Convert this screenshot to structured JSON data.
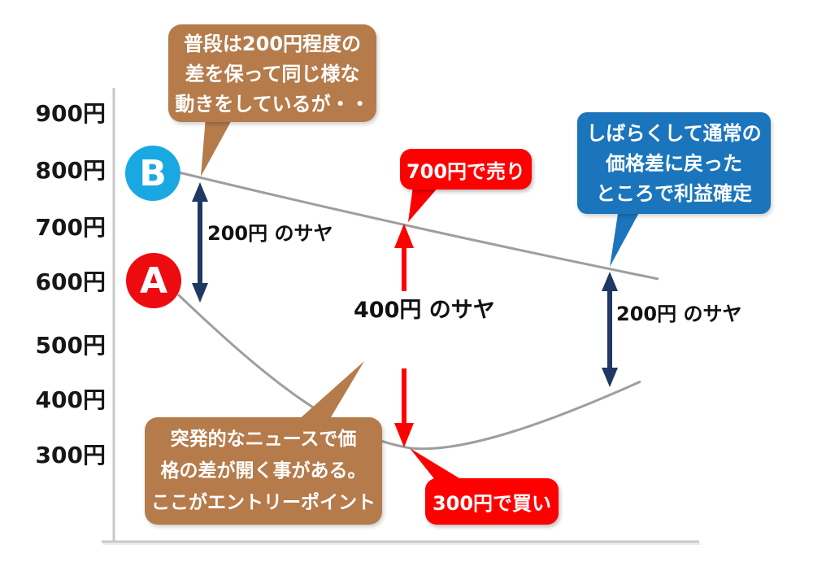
{
  "colors": {
    "brown_callout": "#b57b4b",
    "blue_callout": "#1b75bc",
    "red_tag": "#fe0000",
    "navy_arrow": "#1f3864",
    "red_arrow": "#fe0000",
    "circle_b": "#1aa8e2",
    "circle_a": "#ee0b10",
    "series_line": "#9e9e9e",
    "axis": "#c8c8c8",
    "text": "#111111"
  },
  "y_axis": {
    "labels": [
      "900円",
      "800円",
      "700円",
      "600円",
      "500円",
      "400円",
      "300円"
    ]
  },
  "circles": {
    "b": "B",
    "a": "A"
  },
  "callouts": {
    "top_brown": {
      "lines": [
        "普段は200円程度の",
        "差を保って同じ様な",
        "動きをしているが・・"
      ]
    },
    "blue": {
      "lines": [
        "しばらくして通常の",
        "価格差に戻った",
        "ところで利益確定"
      ]
    },
    "bottom_brown": {
      "lines": [
        "突発的なニュースで価",
        "格の差が開く事がある。",
        "ここがエントリーポイント"
      ]
    },
    "sell_tag": "700円で売り",
    "buy_tag": "300円で買い"
  },
  "spreads": {
    "left": {
      "line1": "200円",
      "line2": "のサヤ"
    },
    "middle": {
      "line1": "400円",
      "line2": "のサヤ"
    },
    "right": {
      "line1": "200円",
      "line2": "のサヤ"
    }
  },
  "chart_data": {
    "type": "line",
    "title": "",
    "xlabel": "",
    "ylabel": "",
    "ytick_labels": [
      "900円",
      "800円",
      "700円",
      "600円",
      "500円",
      "400円",
      "300円"
    ],
    "ylim": [
      250,
      950
    ],
    "grid": false,
    "legend_position": "none",
    "x_unit": "percent_of_timeline",
    "series": [
      {
        "name": "B",
        "marker_color": "#1aa8e2",
        "line_color": "#9e9e9e",
        "points": [
          [
            0,
            800
          ],
          [
            25,
            755
          ],
          [
            45,
            705
          ],
          [
            65,
            660
          ],
          [
            85,
            625
          ],
          [
            100,
            610
          ]
        ]
      },
      {
        "name": "A",
        "marker_color": "#ee0b10",
        "line_color": "#9e9e9e",
        "points": [
          [
            0,
            580
          ],
          [
            15,
            490
          ],
          [
            30,
            410
          ],
          [
            48,
            315
          ],
          [
            62,
            325
          ],
          [
            78,
            375
          ],
          [
            100,
            430
          ]
        ]
      }
    ],
    "annotations": [
      {
        "text": "普段は200円程度の差を保って同じ様な動きをしているが・・",
        "type": "callout",
        "color": "#b57b4b",
        "target_series": "B",
        "target_value": 800
      },
      {
        "text": "200円のサヤ",
        "type": "spread_arrow",
        "color": "#1f3864",
        "between": [
          800,
          600
        ]
      },
      {
        "text": "突発的なニュースで価格の差が開く事がある。ここがエントリーポイント",
        "type": "callout",
        "color": "#b57b4b",
        "target_series": "A",
        "target_value": 315
      },
      {
        "text": "400円のサヤ",
        "type": "spread_arrow",
        "color": "#fe0000",
        "between": [
          700,
          300
        ]
      },
      {
        "text": "700円で売り",
        "type": "tag",
        "color": "#fe0000",
        "target_series": "B",
        "target_value": 700
      },
      {
        "text": "300円で買い",
        "type": "tag",
        "color": "#fe0000",
        "target_series": "A",
        "target_value": 300
      },
      {
        "text": "しばらくして通常の価格差に戻ったところで利益確定",
        "type": "callout",
        "color": "#1b75bc",
        "target_series": "B",
        "target_value": 640
      },
      {
        "text": "200円のサヤ",
        "type": "spread_arrow",
        "color": "#1f3864",
        "between": [
          640,
          430
        ]
      }
    ]
  }
}
